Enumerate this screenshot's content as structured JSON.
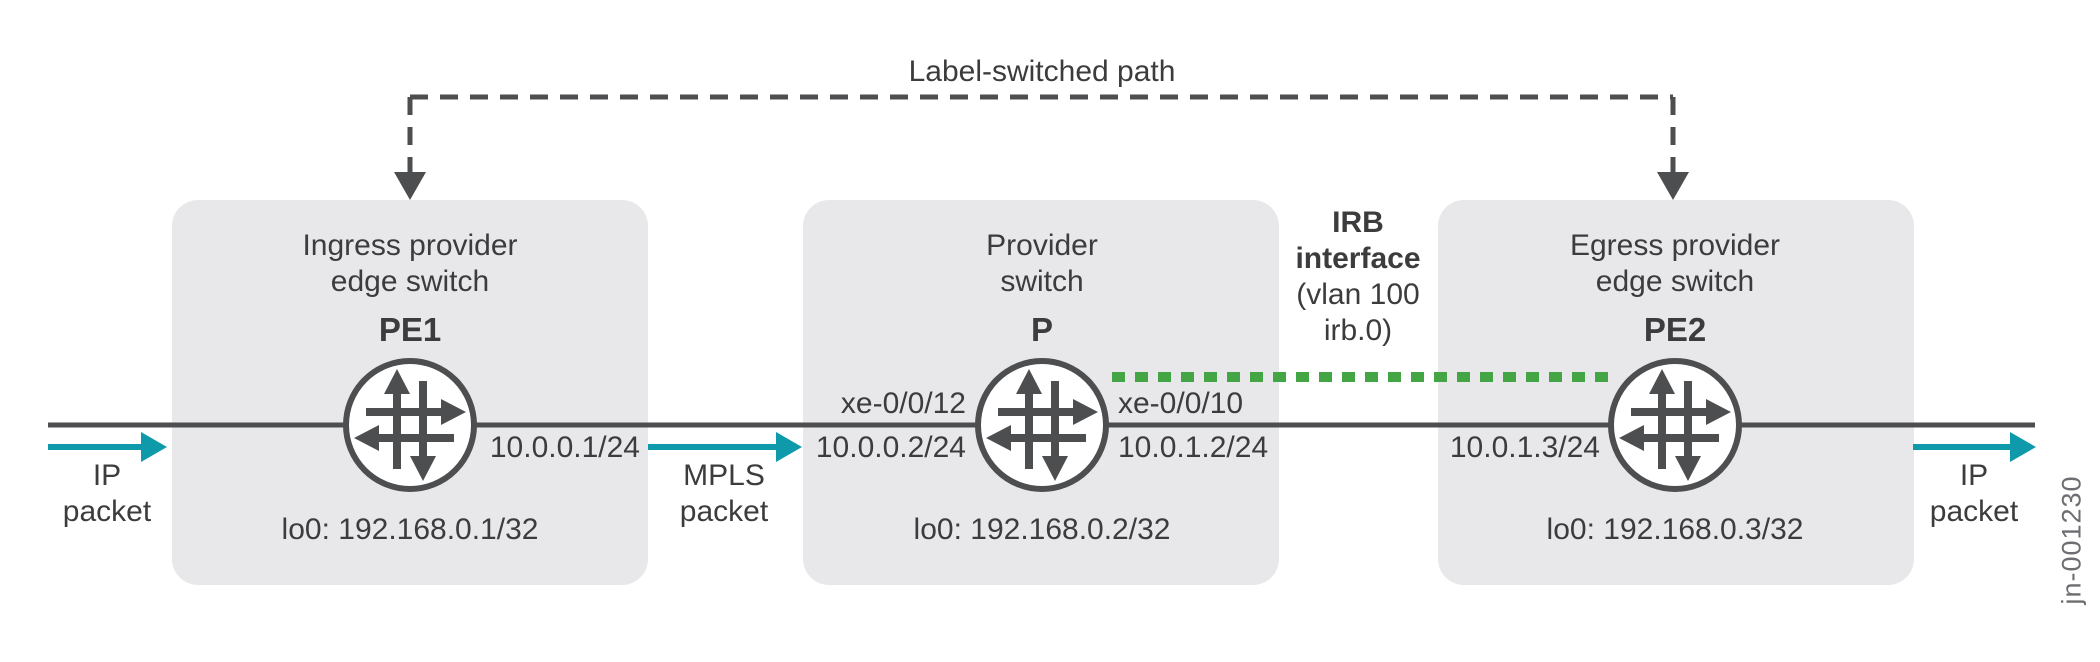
{
  "diagram": {
    "lsp_label": "Label-switched path",
    "figure_id": "jn-001230",
    "colors": {
      "box": "#e8e8ea",
      "line": "#4d4e50",
      "teal": "#0e9aaa",
      "green": "#43a543",
      "text": "#3c3c3e",
      "muted": "#6d6e71"
    },
    "nodes": [
      {
        "icon": "juniper-router-icon",
        "title_line1": "Ingress provider",
        "title_line2": "edge switch",
        "name": "PE1",
        "loopback": "lo0: 192.168.0.1/32"
      },
      {
        "icon": "juniper-router-icon",
        "title_line1": "Provider",
        "title_line2": "switch",
        "name": "P",
        "loopback": "lo0: 192.168.0.2/32"
      },
      {
        "icon": "juniper-router-icon",
        "title_line1": "Egress provider",
        "title_line2": "edge switch",
        "name": "PE2",
        "loopback": "lo0: 192.168.0.3/32"
      }
    ],
    "interfaces": {
      "pe1_right_ip": "10.0.0.1/24",
      "p_left_name": "xe-0/0/12",
      "p_left_ip": "10.0.0.2/24",
      "p_right_name": "xe-0/0/10",
      "p_right_ip": "10.0.1.2/24",
      "pe2_left_ip": "10.0.1.3/24"
    },
    "irb_note": {
      "line1": "IRB",
      "line2": "interface",
      "line3": "(vlan 100",
      "line4": "irb.0)"
    },
    "flows": {
      "left": {
        "line1": "IP",
        "line2": "packet"
      },
      "middle": {
        "line1": "MPLS",
        "line2": "packet"
      },
      "right": {
        "line1": "IP",
        "line2": "packet"
      }
    }
  }
}
